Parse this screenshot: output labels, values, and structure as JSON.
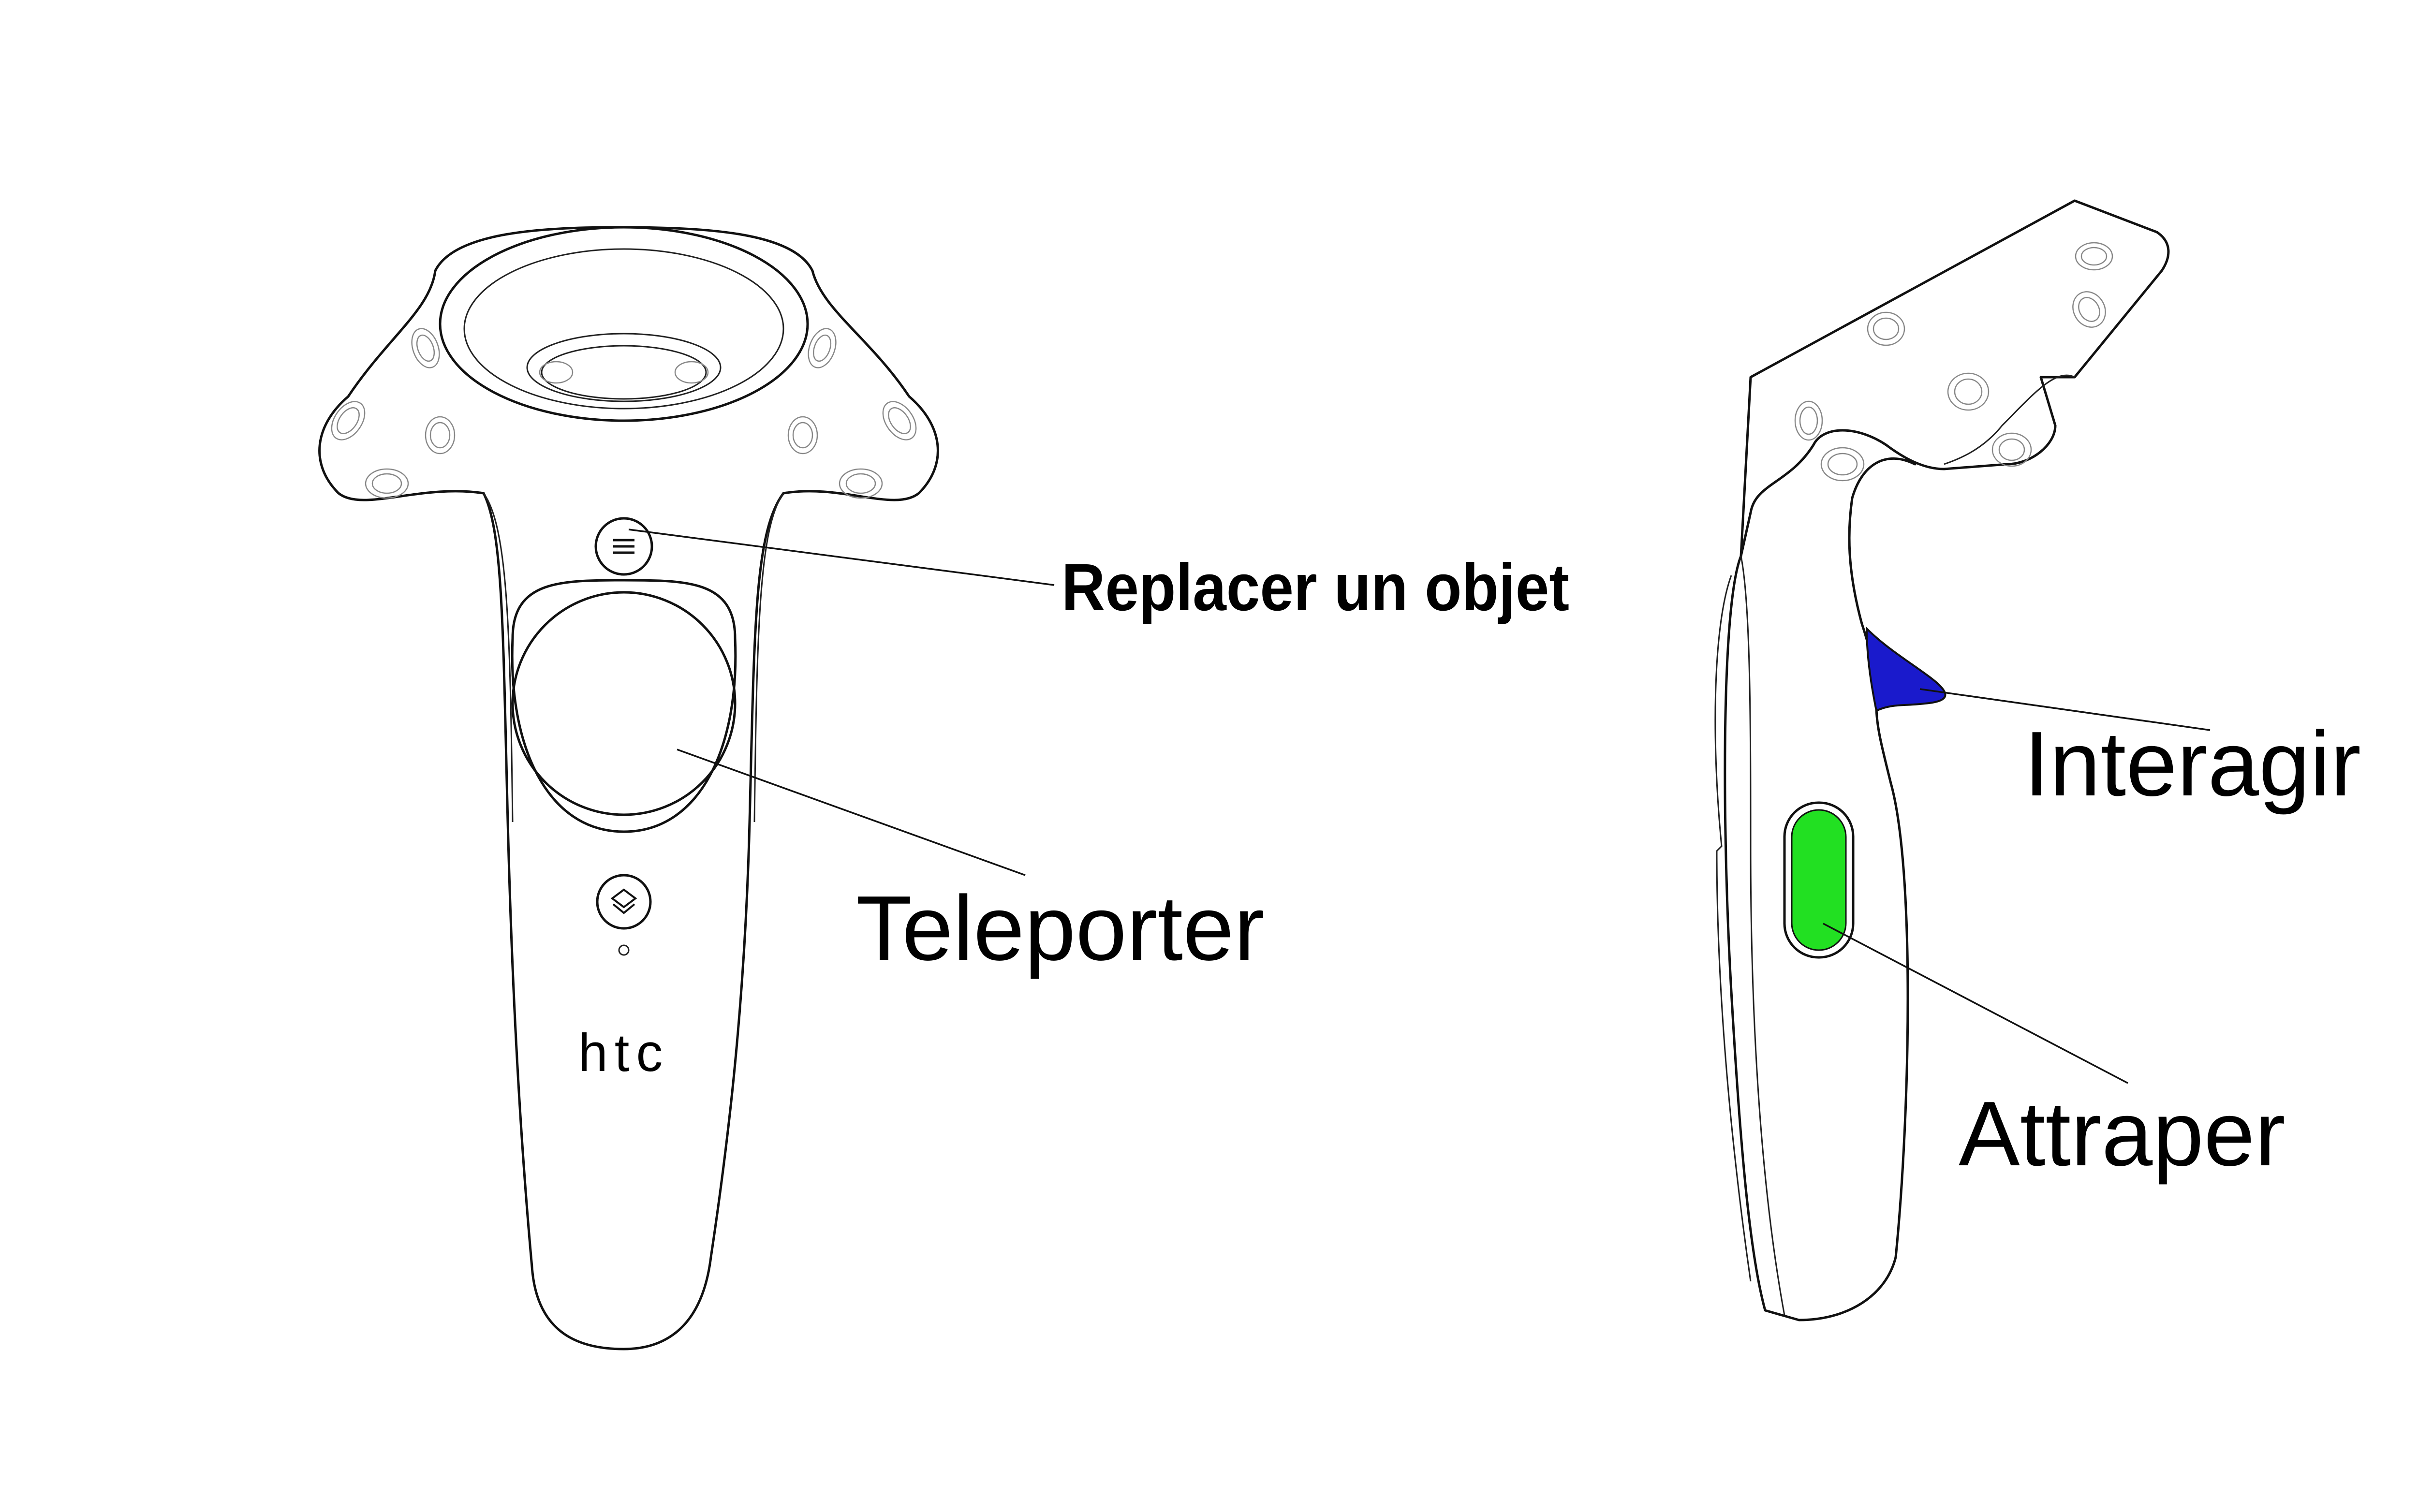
{
  "labels": {
    "replace": "Replacer un objet",
    "teleport": "Teleporter",
    "interact": "Interagir",
    "grab": "Attraper"
  },
  "logo_text": "htc",
  "colors": {
    "trigger": "#1a1acc",
    "grip": "#22e022",
    "outline": "#111111",
    "background": "#ffffff"
  },
  "icons": {
    "menu_button": "menu-lines-icon",
    "system_button": "steam-system-icon"
  }
}
